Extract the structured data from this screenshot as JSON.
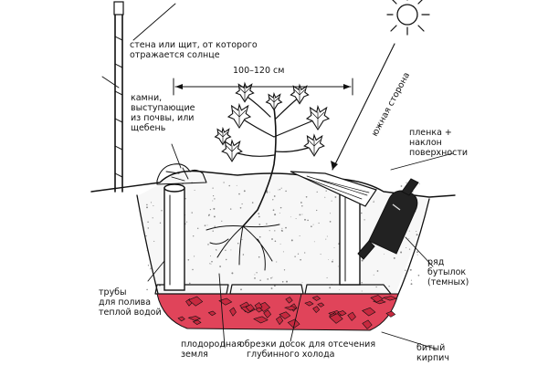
{
  "labels": {
    "wall": [
      "стена или щит, от которого",
      "отражается солнце"
    ],
    "width": "100–120 см",
    "south": "южная сторона",
    "stones": [
      "камни,",
      "выступающие",
      "из почвы, или",
      "щебень"
    ],
    "film": [
      "пленка +",
      "наклон",
      "поверхности"
    ],
    "pipes": [
      "трубы",
      "для полива",
      "теплой водой"
    ],
    "bottles": [
      "ряд",
      "бутылок",
      "(темных)"
    ],
    "soil": [
      "плодородная",
      "земля"
    ],
    "boards": [
      "обрезки досок для отсечения",
      "глубинного холода"
    ],
    "brick": [
      "битый",
      "кирпич"
    ]
  },
  "colors": {
    "ink": "#111111",
    "brick_fill": "#e0445a",
    "leaf_fill": "#ffffff",
    "soil_dots": "#8a8a8a"
  }
}
